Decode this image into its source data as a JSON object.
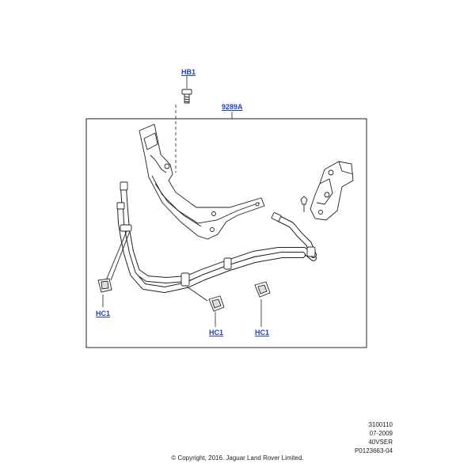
{
  "callouts": {
    "hb1": "HB1",
    "kit": "9289A",
    "hc1_left": "HC1",
    "hc1_mid": "HC1",
    "hc1_right": "HC1"
  },
  "reference": {
    "line1": "3100110",
    "line2": "07-2009",
    "line3": "40VSER",
    "line4": "P0123663-04"
  },
  "copyright": "© Copyright, 2016. Jaguar Land Rover Limited.",
  "colors": {
    "callout_text": "#1f3fbf",
    "line_art": "#222222"
  }
}
